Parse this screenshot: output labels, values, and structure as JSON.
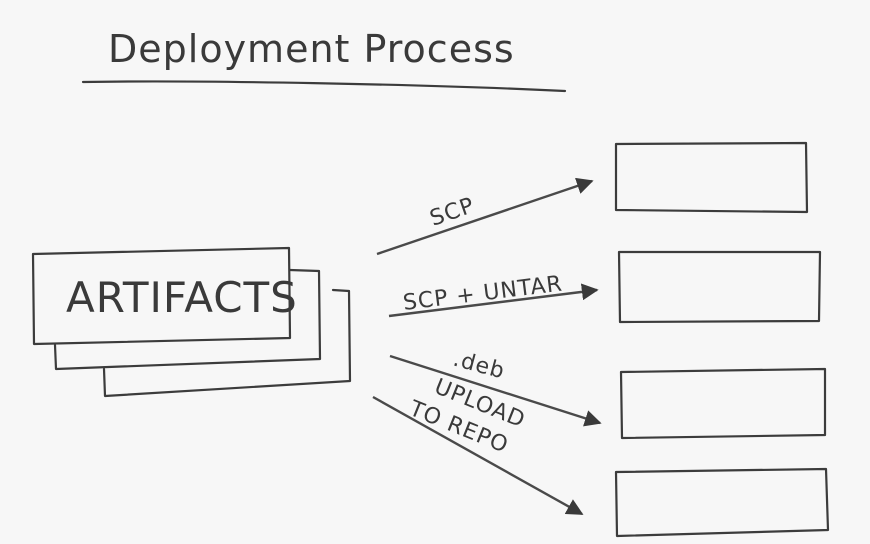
{
  "title": "Deployment Process",
  "source": {
    "label": "ARTIFACTS"
  },
  "targets": [
    {
      "id": "target-1",
      "label": ""
    },
    {
      "id": "target-2",
      "label": ""
    },
    {
      "id": "target-3",
      "label": ""
    },
    {
      "id": "target-4",
      "label": ""
    }
  ],
  "edges": [
    {
      "from": "artifacts",
      "to": "target-1",
      "label_lines": [
        "SCP"
      ]
    },
    {
      "from": "artifacts",
      "to": "target-2",
      "label_lines": [
        "SCP + UNTAR"
      ]
    },
    {
      "from": "artifacts",
      "to": "target-3",
      "label_lines": [
        ".deb"
      ]
    },
    {
      "from": "artifacts",
      "to": "target-4",
      "label_lines": [
        "UPLOAD",
        "TO REPO"
      ]
    }
  ],
  "colors": {
    "ink": "#3c3c3c",
    "paper": "#f7f7f7"
  }
}
